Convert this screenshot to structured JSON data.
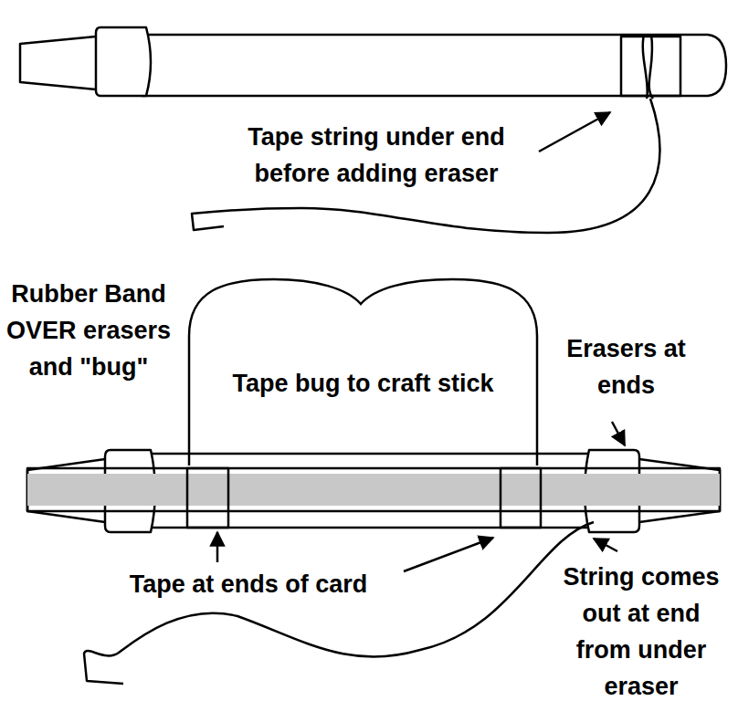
{
  "diagram": {
    "nodes": [
      {
        "text": [
          "Tape bug to craft stick"
        ]
      }
    ],
    "labels": [
      "Tape string under end before adding eraser",
      "Rubber Band OVER erasers and \"bug\"",
      "Erasers at ends",
      "Tape at ends of card",
      "String comes out at end from under eraser"
    ]
  }
}
